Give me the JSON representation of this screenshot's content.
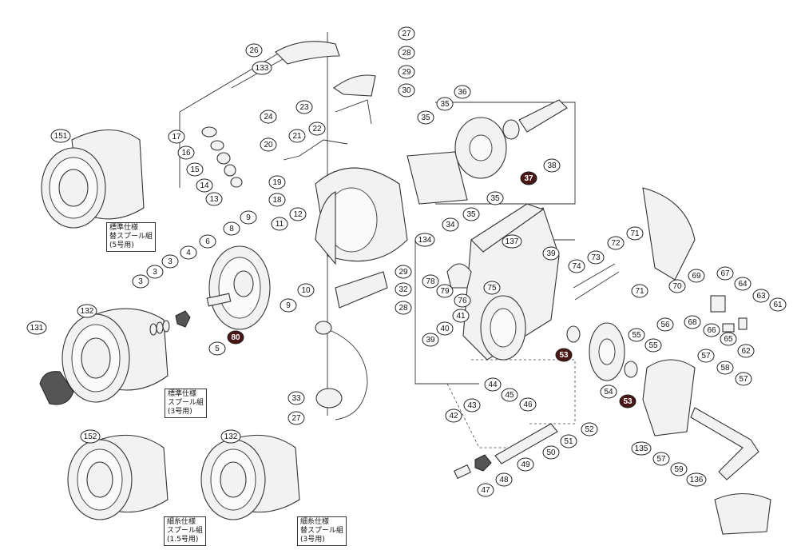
{
  "diagram": {
    "callouts": [
      {
        "id": "c27a",
        "label": "27"
      },
      {
        "id": "c26",
        "label": "26"
      },
      {
        "id": "c133",
        "label": "133"
      },
      {
        "id": "c28a",
        "label": "28"
      },
      {
        "id": "c29a",
        "label": "29"
      },
      {
        "id": "c30",
        "label": "30"
      },
      {
        "id": "c24",
        "label": "24"
      },
      {
        "id": "c23",
        "label": "23"
      },
      {
        "id": "c21",
        "label": "21"
      },
      {
        "id": "c22",
        "label": "22"
      },
      {
        "id": "c20",
        "label": "20"
      },
      {
        "id": "c17",
        "label": "17"
      },
      {
        "id": "c16",
        "label": "16"
      },
      {
        "id": "c15",
        "label": "15"
      },
      {
        "id": "c14",
        "label": "14"
      },
      {
        "id": "c13",
        "label": "13"
      },
      {
        "id": "c19",
        "label": "19"
      },
      {
        "id": "c18",
        "label": "18"
      },
      {
        "id": "c151",
        "label": "151"
      },
      {
        "id": "c36",
        "label": "36"
      },
      {
        "id": "c35a",
        "label": "35"
      },
      {
        "id": "c35b",
        "label": "35"
      },
      {
        "id": "c37",
        "label": "37",
        "highlight": true
      },
      {
        "id": "c38",
        "label": "38"
      },
      {
        "id": "c35c",
        "label": "35"
      },
      {
        "id": "c35d",
        "label": "35"
      },
      {
        "id": "c34",
        "label": "34"
      },
      {
        "id": "c9a",
        "label": "9"
      },
      {
        "id": "c11",
        "label": "11"
      },
      {
        "id": "c12",
        "label": "12"
      },
      {
        "id": "c8",
        "label": "8"
      },
      {
        "id": "c6",
        "label": "6"
      },
      {
        "id": "c4",
        "label": "4"
      },
      {
        "id": "c3a",
        "label": "3"
      },
      {
        "id": "c3b",
        "label": "3"
      },
      {
        "id": "c3c",
        "label": "3"
      },
      {
        "id": "c10",
        "label": "10"
      },
      {
        "id": "c9b",
        "label": "9"
      },
      {
        "id": "c134",
        "label": "134"
      },
      {
        "id": "c29b",
        "label": "29"
      },
      {
        "id": "c32",
        "label": "32"
      },
      {
        "id": "c28b",
        "label": "28"
      },
      {
        "id": "c137",
        "label": "137"
      },
      {
        "id": "c39a",
        "label": "39"
      },
      {
        "id": "c74",
        "label": "74"
      },
      {
        "id": "c73",
        "label": "73"
      },
      {
        "id": "c72",
        "label": "72"
      },
      {
        "id": "c71a",
        "label": "71"
      },
      {
        "id": "c71b",
        "label": "71"
      },
      {
        "id": "c70",
        "label": "70"
      },
      {
        "id": "c69",
        "label": "69"
      },
      {
        "id": "c67",
        "label": "67"
      },
      {
        "id": "c64",
        "label": "64"
      },
      {
        "id": "c63",
        "label": "63"
      },
      {
        "id": "c61",
        "label": "61"
      },
      {
        "id": "c68",
        "label": "68"
      },
      {
        "id": "c66",
        "label": "66"
      },
      {
        "id": "c65",
        "label": "65"
      },
      {
        "id": "c62",
        "label": "62"
      },
      {
        "id": "c78",
        "label": "78"
      },
      {
        "id": "c79",
        "label": "79"
      },
      {
        "id": "c76",
        "label": "76"
      },
      {
        "id": "c75",
        "label": "75"
      },
      {
        "id": "c41",
        "label": "41"
      },
      {
        "id": "c40",
        "label": "40"
      },
      {
        "id": "c39b",
        "label": "39"
      },
      {
        "id": "c53a",
        "label": "53",
        "highlight": true
      },
      {
        "id": "c55a",
        "label": "55"
      },
      {
        "id": "c55b",
        "label": "55"
      },
      {
        "id": "c56",
        "label": "56"
      },
      {
        "id": "c57a",
        "label": "57"
      },
      {
        "id": "c58",
        "label": "58"
      },
      {
        "id": "c57b",
        "label": "57"
      },
      {
        "id": "c54",
        "label": "54"
      },
      {
        "id": "c53b",
        "label": "53",
        "highlight": true
      },
      {
        "id": "c132a",
        "label": "132"
      },
      {
        "id": "c131",
        "label": "131"
      },
      {
        "id": "c5",
        "label": "5"
      },
      {
        "id": "c80",
        "label": "80",
        "highlight": true
      },
      {
        "id": "c33",
        "label": "33"
      },
      {
        "id": "c27b",
        "label": "27"
      },
      {
        "id": "c44",
        "label": "44"
      },
      {
        "id": "c45",
        "label": "45"
      },
      {
        "id": "c46",
        "label": "46"
      },
      {
        "id": "c42",
        "label": "42"
      },
      {
        "id": "c43",
        "label": "43"
      },
      {
        "id": "c52",
        "label": "52"
      },
      {
        "id": "c51",
        "label": "51"
      },
      {
        "id": "c50",
        "label": "50"
      },
      {
        "id": "c49",
        "label": "49"
      },
      {
        "id": "c48",
        "label": "48"
      },
      {
        "id": "c47",
        "label": "47"
      },
      {
        "id": "c135",
        "label": "135"
      },
      {
        "id": "c57c",
        "label": "57"
      },
      {
        "id": "c59",
        "label": "59"
      },
      {
        "id": "c136",
        "label": "136"
      },
      {
        "id": "c152",
        "label": "152"
      },
      {
        "id": "c132b",
        "label": "132"
      }
    ],
    "notes": {
      "spare_spool_5": [
        "標準仕様",
        "替スプール組",
        "(5号用)"
      ],
      "std_spool_3": [
        "標準仕様",
        "スプール組",
        "(3号用)"
      ],
      "fine_spool_15": [
        "細糸仕様",
        "スプール組",
        "(1.5号用)"
      ],
      "fine_spare_3": [
        "細糸仕様",
        "替スプール組",
        "(3号用)"
      ]
    },
    "colors": {
      "highlight": "#4a1515",
      "line": "#333333",
      "part_fill": "#f2f2f2"
    }
  }
}
